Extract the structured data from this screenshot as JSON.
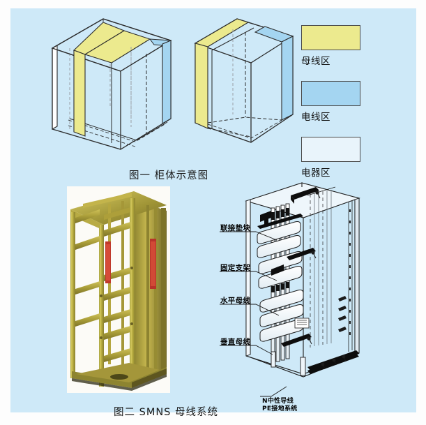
{
  "figure": {
    "background_color": "#cee9f8",
    "page_color": "#fdfdfd"
  },
  "legend": {
    "items": [
      {
        "label": "母线区",
        "color": "#ecea8e",
        "swatch_name": "busbar-zone-swatch"
      },
      {
        "label": "电线区",
        "color": "#a4d5f1",
        "swatch_name": "wire-zone-swatch"
      },
      {
        "label": "电器区",
        "color": "#e9f4fb",
        "swatch_name": "device-zone-swatch"
      }
    ]
  },
  "captions": {
    "figure_one": "图一  柜体示意图",
    "figure_two": "图二  SMNS 母线系统"
  },
  "callouts": {
    "connection_block": "联接垫块",
    "fixed_bracket": "固定支架",
    "horizontal_busbar": "水平母线",
    "vertical_busbar": "垂直母线",
    "neutral_line": "N中性导线",
    "pe_earth_system": "PE接地系统"
  },
  "diagrams": {
    "cabinet_left_name": "柜体示意图-左",
    "cabinet_right_name": "柜体示意图-右",
    "photo_name": "柜体实物照片",
    "busbar_drawing_name": "SMNS母线系统图"
  },
  "colors": {
    "busbar_yellow": "#ecea8e",
    "wire_blue": "#a4d5f1",
    "line_dark": "#1a1a1a",
    "line_gray": "#8e9296",
    "photo_metal": "#b5a838"
  }
}
